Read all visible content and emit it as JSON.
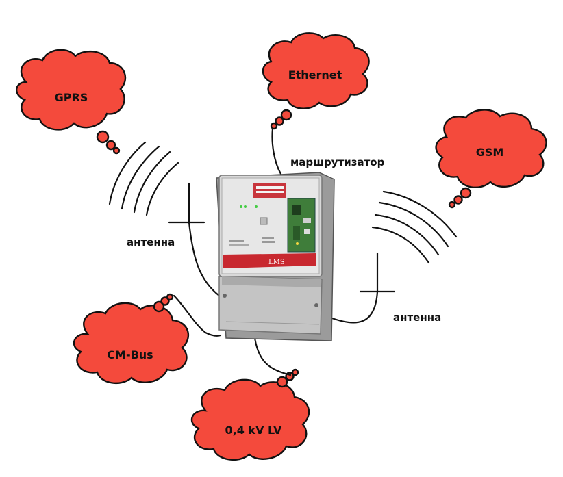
{
  "clouds": {
    "gprs": "GPRS",
    "ethernet": "Ethernet",
    "gsm": "GSM",
    "cmbus": "CM-Bus",
    "lv": "0,4 kV LV"
  },
  "labels": {
    "router": "маршрутизатор",
    "antenna_left": "антенна",
    "antenna_right": "антенна"
  },
  "meter": {
    "brand": "LMS"
  },
  "colors": {
    "cloud_fill": "#f44a3c",
    "stroke": "#111111"
  }
}
